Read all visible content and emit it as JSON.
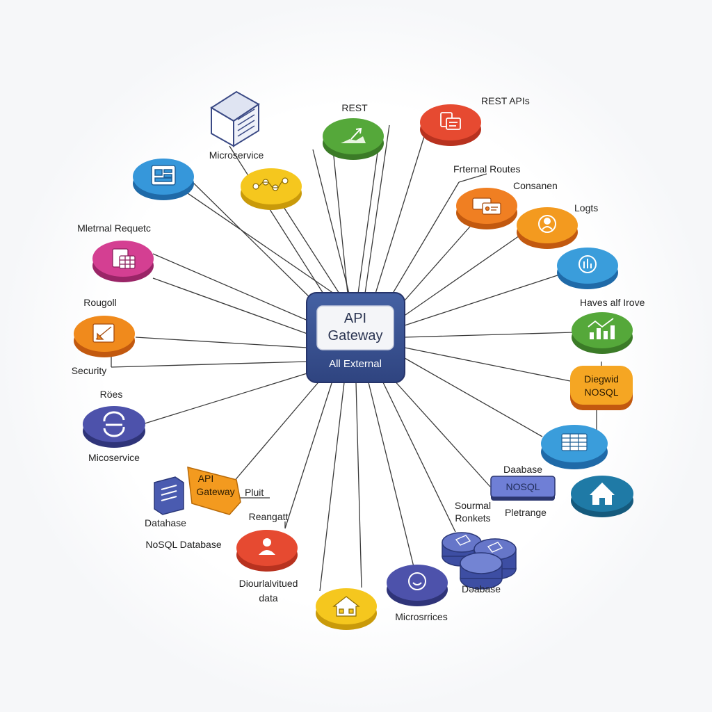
{
  "hub": {
    "title_line1": "API",
    "title_line2": "Gateway",
    "subtitle": "All External"
  },
  "colors": {
    "hub": "#3a4f8e",
    "edge": "#3a3a3a",
    "green": "#4e9a36",
    "red": "#e2452f",
    "yellow": "#f4c21a",
    "blue": "#2f8fd6",
    "magenta": "#cf3d8f",
    "orange": "#f08a1c",
    "indigo": "#4a4fa7",
    "teal": "#1f7aa6"
  },
  "labels": {
    "rest": "REST",
    "rest_apis": "REST APIs",
    "microservice_top": "Microservice",
    "frternal_routes": "Frternal Routes",
    "consanen": "Consanen",
    "logs": "Logts",
    "mletrnal_request": "Mletrnal Requetc",
    "rougoll": "Rougoll",
    "security": "Security",
    "haves_alf_irove": "Haves alf Irove",
    "roles": "Röes",
    "microservice_left": "Micoservice",
    "diegwid_nosql_1": "Diegwid",
    "diegwid_nosql_2": "NOSQL",
    "badge_1": "API",
    "badge_2": "Gateway",
    "pluit": "Pluit",
    "database_left": "Datahase",
    "nosql_database": "NoSQL Database",
    "database_right": "Daabase",
    "nosql_box": "NOSQL",
    "pletrange": "Pletrange",
    "sourmal_1": "Sourmal",
    "sourmal_2": "Ronkets",
    "reangatt": "Reangatt",
    "distributed_1": "Diourlalvitued",
    "distributed_2": "data",
    "database_bottom": "Dəabase",
    "microservices_bottom": "Microsrrices"
  }
}
